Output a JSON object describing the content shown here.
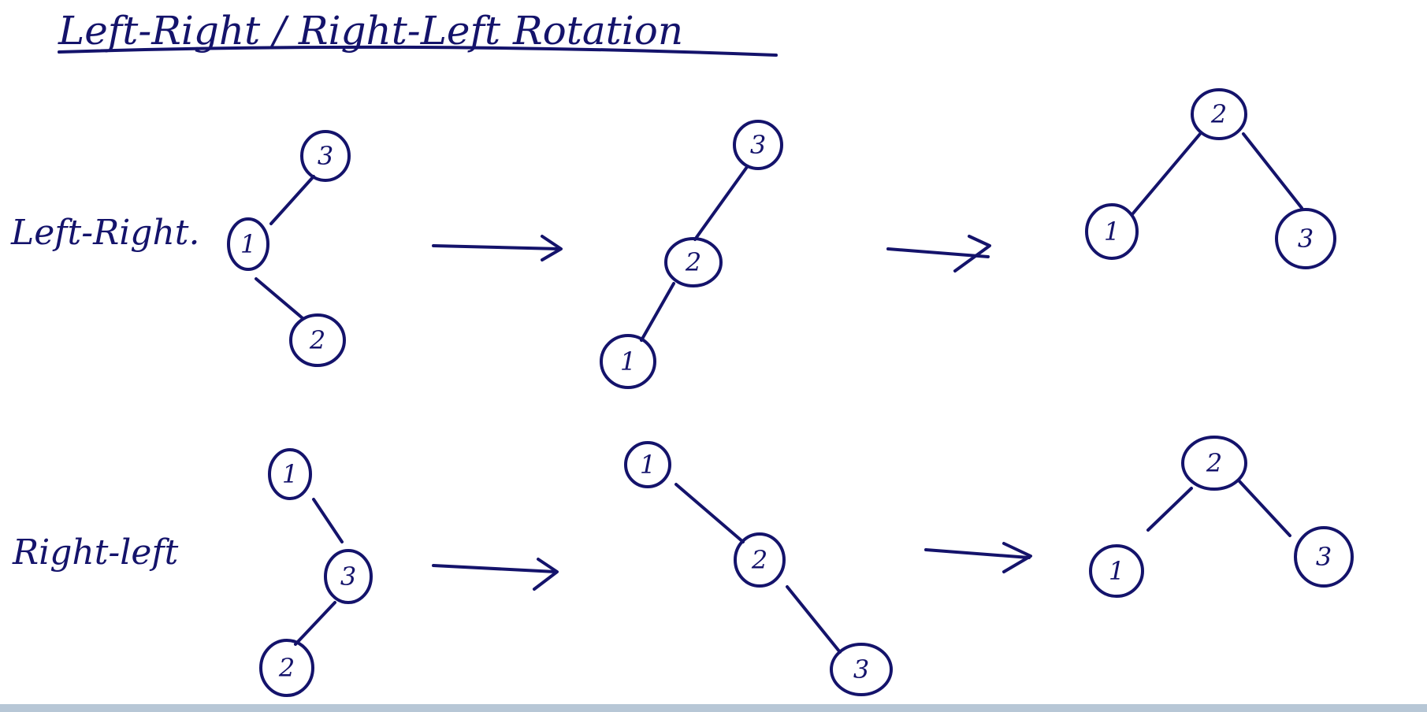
{
  "title": "Left-Right / Right-Left Rotation",
  "rows": [
    {
      "label": "Left-Right.",
      "trees": [
        {
          "nodes": [
            "3",
            "1",
            "2"
          ]
        },
        {
          "nodes": [
            "3",
            "2",
            "1"
          ]
        },
        {
          "nodes": [
            "2",
            "1",
            "3"
          ]
        }
      ]
    },
    {
      "label": "Right-left",
      "trees": [
        {
          "nodes": [
            "1",
            "3",
            "2"
          ]
        },
        {
          "nodes": [
            "1",
            "2",
            "3"
          ]
        },
        {
          "nodes": [
            "2",
            "1",
            "3"
          ]
        }
      ]
    }
  ],
  "colors": {
    "ink": "#14136b",
    "background": "#ffffff",
    "bottom_bar": "#b7c7d6"
  }
}
